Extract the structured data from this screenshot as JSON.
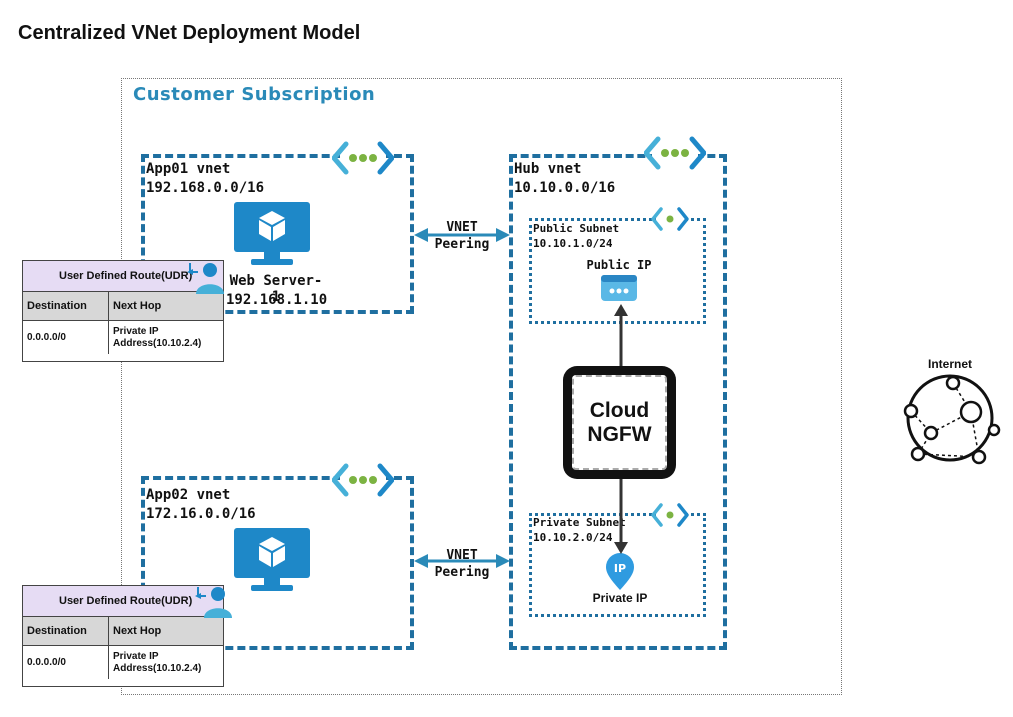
{
  "title": "Centralized VNet Deployment Model",
  "subscription": {
    "label": "Customer Subscription"
  },
  "app01": {
    "name": "App01 vnet",
    "cidr": "192.168.0.0/16",
    "server_name": "Web Server-1",
    "server_ip": "192.168.1.10"
  },
  "app02": {
    "name": "App02 vnet",
    "cidr": "172.16.0.0/16"
  },
  "hub": {
    "name": "Hub vnet",
    "cidr": "10.10.0.0/16",
    "public_subnet": {
      "name": "Public Subnet",
      "cidr": "10.10.1.0/24",
      "ip_label": "Public IP"
    },
    "private_subnet": {
      "name": "Private Subnet",
      "cidr": "10.10.2.0/24",
      "ip_label": "Private IP",
      "ip_badge": "IP"
    },
    "firewall": {
      "line1": "Cloud",
      "line2": "NGFW"
    }
  },
  "peering1": {
    "line1": "VNET",
    "line2": "Peering"
  },
  "peering2": {
    "line1": "VNET",
    "line2": "Peering"
  },
  "internet": {
    "label": "Internet"
  },
  "udr1": {
    "title": "User Defined Route(UDR)",
    "col_destination": "Destination",
    "col_next_hop": "Next Hop",
    "destination": "0.0.0.0/0",
    "next_hop_line1": "Private IP",
    "next_hop_line2": "Address(10.10.2.4)"
  },
  "udr2": {
    "title": "User Defined Route(UDR)",
    "col_destination": "Destination",
    "col_next_hop": "Next Hop",
    "destination": "0.0.0.0/0",
    "next_hop_line1": "Private IP",
    "next_hop_line2": "Address(10.10.2.4)"
  },
  "colors": {
    "vnet_border": "#1f6fa0",
    "azure_blue": "#1e88c8",
    "icon_teal": "#46b0d8",
    "dot_green": "#7cb342",
    "subscription_label": "#2a8ab8",
    "udr_header": "#e6dcf4",
    "udr_column_header": "#d7d7d7"
  },
  "icons": {
    "vnet": "vnet-chevron-dots-icon",
    "subnet": "subnet-chevron-dot-icon",
    "server": "monitor-cube-icon",
    "public_ip": "public-ip-icon",
    "private_ip": "private-ip-pin-icon",
    "user": "user-route-icon",
    "internet": "globe-network-icon"
  }
}
